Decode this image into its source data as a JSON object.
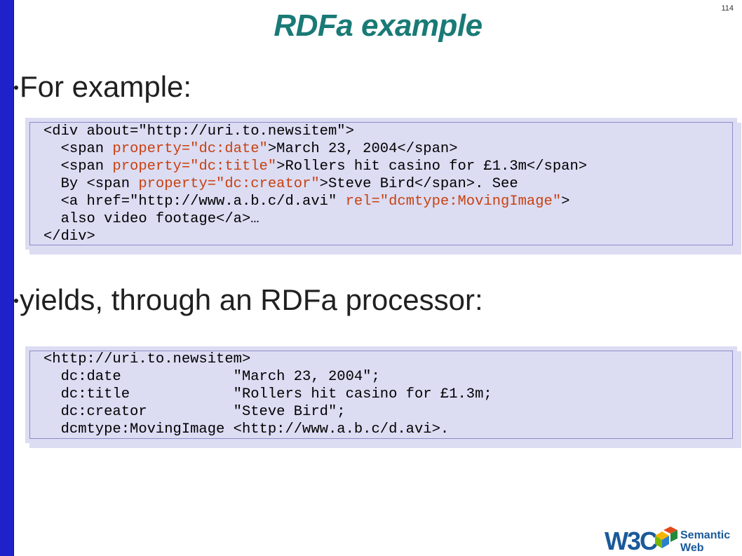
{
  "page_number": "114",
  "title": "RDFa example",
  "bullets": [
    "For example:",
    "yields, through an RDFa processor:"
  ],
  "code1": {
    "line1": {
      "open": "<div about=\"http://uri.to.newsitem\">"
    },
    "line2": {
      "pre": "  <span ",
      "attr": "property=\"dc:date\"",
      "post": ">March 23, 2004</span>"
    },
    "line3": {
      "pre": "  <span ",
      "attr": "property=\"dc:title\"",
      "post": ">Rollers hit casino for £1.3m</span>"
    },
    "line4": {
      "pre": "  By <span ",
      "attr": "property=\"dc:creator\"",
      "post": ">Steve Bird</span>. See"
    },
    "line5": {
      "pre": "  <a href=\"http://www.a.b.c/d.avi\" ",
      "attr": "rel=\"dcmtype:MovingImage\"",
      "post": ">"
    },
    "line6": {
      "text": "  also video footage</a>…"
    },
    "line7": {
      "text": "</div>"
    }
  },
  "code2": {
    "lines": [
      "<http://uri.to.newsitem>",
      "  dc:date             \"March 23, 2004\";",
      "  dc:title            \"Rollers hit casino for £1.3m;",
      "  dc:creator          \"Steve Bird\";",
      "  dcmtype:MovingImage <http://www.a.b.c/d.avi>."
    ]
  },
  "logos": {
    "w3c": "W3C",
    "semantic_web_line1": "Semantic",
    "semantic_web_line2": "Web"
  },
  "colors": {
    "title": "#197a76",
    "left_bar": "#1f21c9",
    "code_bg": "#dcdcf3",
    "attr": "#c8420f"
  }
}
